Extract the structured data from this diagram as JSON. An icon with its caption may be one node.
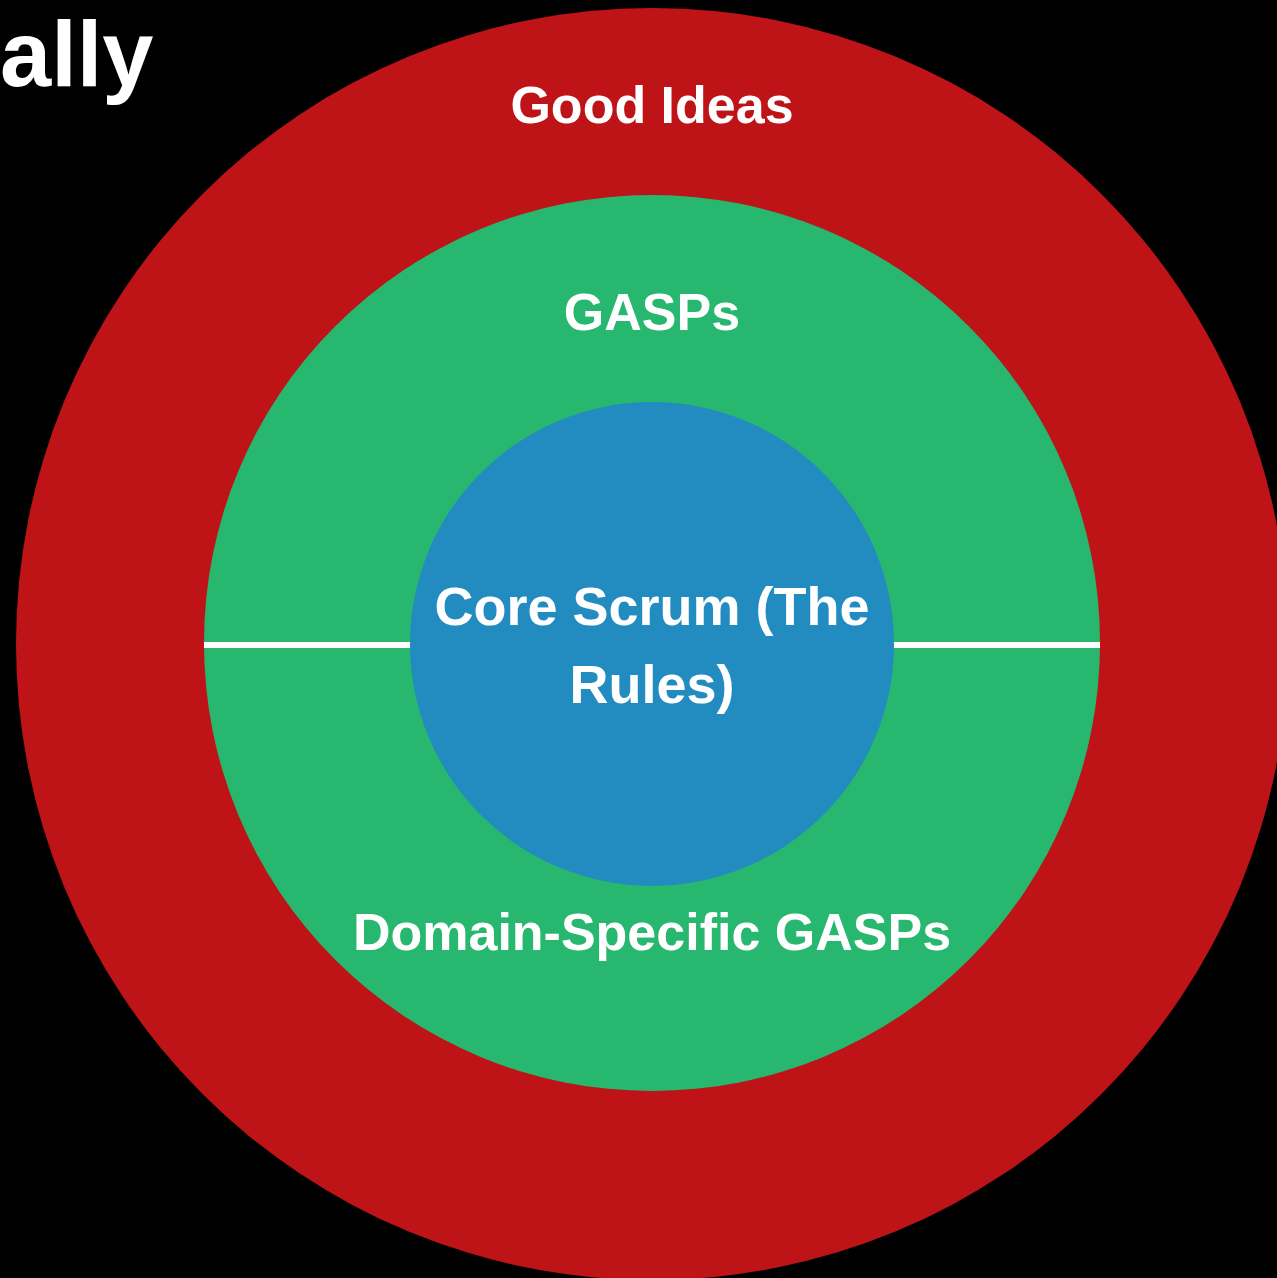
{
  "diagram": {
    "title": "ally",
    "nodes": [
      {
        "text": [
          "Good Ideas"
        ]
      },
      {
        "text": [
          "GASPs",
          "Domain-Specific GASPs"
        ],
        "in": 0
      },
      {
        "text": [
          "Core Scrum (The Rules)"
        ],
        "in": 1
      }
    ]
  }
}
